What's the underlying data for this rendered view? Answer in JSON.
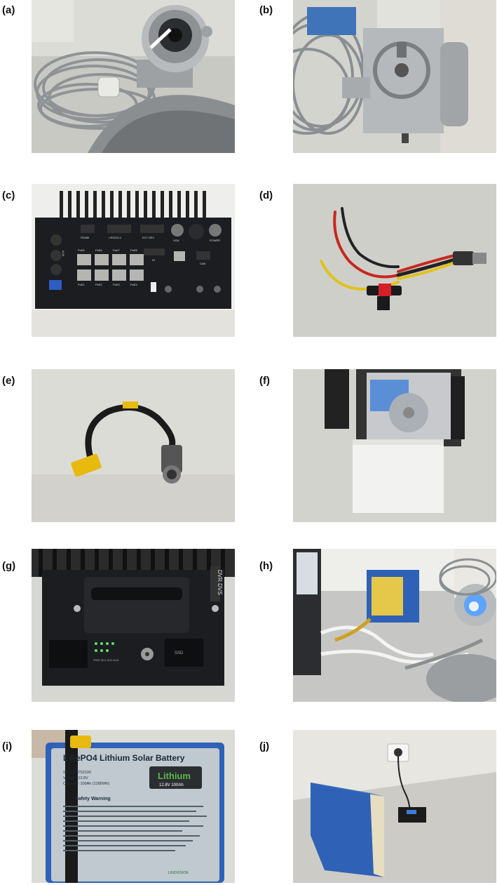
{
  "panels": {
    "a": {
      "label": "(a)"
    },
    "b": {
      "label": "(b)"
    },
    "c": {
      "label": "(c)",
      "port_labels": [
        "RS485",
        "I-RS232-2",
        "EXT DEV",
        "VGA",
        "POWER",
        "PoE5",
        "PoE6",
        "PoE7",
        "PoE8",
        "IO",
        "CAN",
        "PoE1",
        "PoE2",
        "PoE3",
        "PoE4",
        "AUX"
      ]
    },
    "d": {
      "label": "(d)"
    },
    "e": {
      "label": "(e)"
    },
    "f": {
      "label": "(f)"
    },
    "g": {
      "label": "(g)",
      "badge": "DVR DVS",
      "led_labels": "PWR  SD1  SD2  ALM",
      "slot_label": "SSD"
    },
    "h": {
      "label": "(h)"
    },
    "i": {
      "label": "(i)",
      "title": "LiFePO4 Lithium Solar Battery",
      "specs": [
        "SKU: BAT52100",
        "Voltage: 12.8V",
        "Capacity: 100Ah (1280Wh)"
      ],
      "badge_title": "Lithium",
      "badge_sub": "12.8V 100Ah",
      "warning_title": "Safety Warning",
      "brand": "LINOVISION"
    },
    "j": {
      "label": "(j)"
    }
  },
  "colors": {
    "metal": "#a9adb0",
    "cable": "#8a8f92",
    "dvr_body": "#1b1d20",
    "battery_blue": "#2f62b6",
    "lithium_green": "#5bb84a"
  }
}
